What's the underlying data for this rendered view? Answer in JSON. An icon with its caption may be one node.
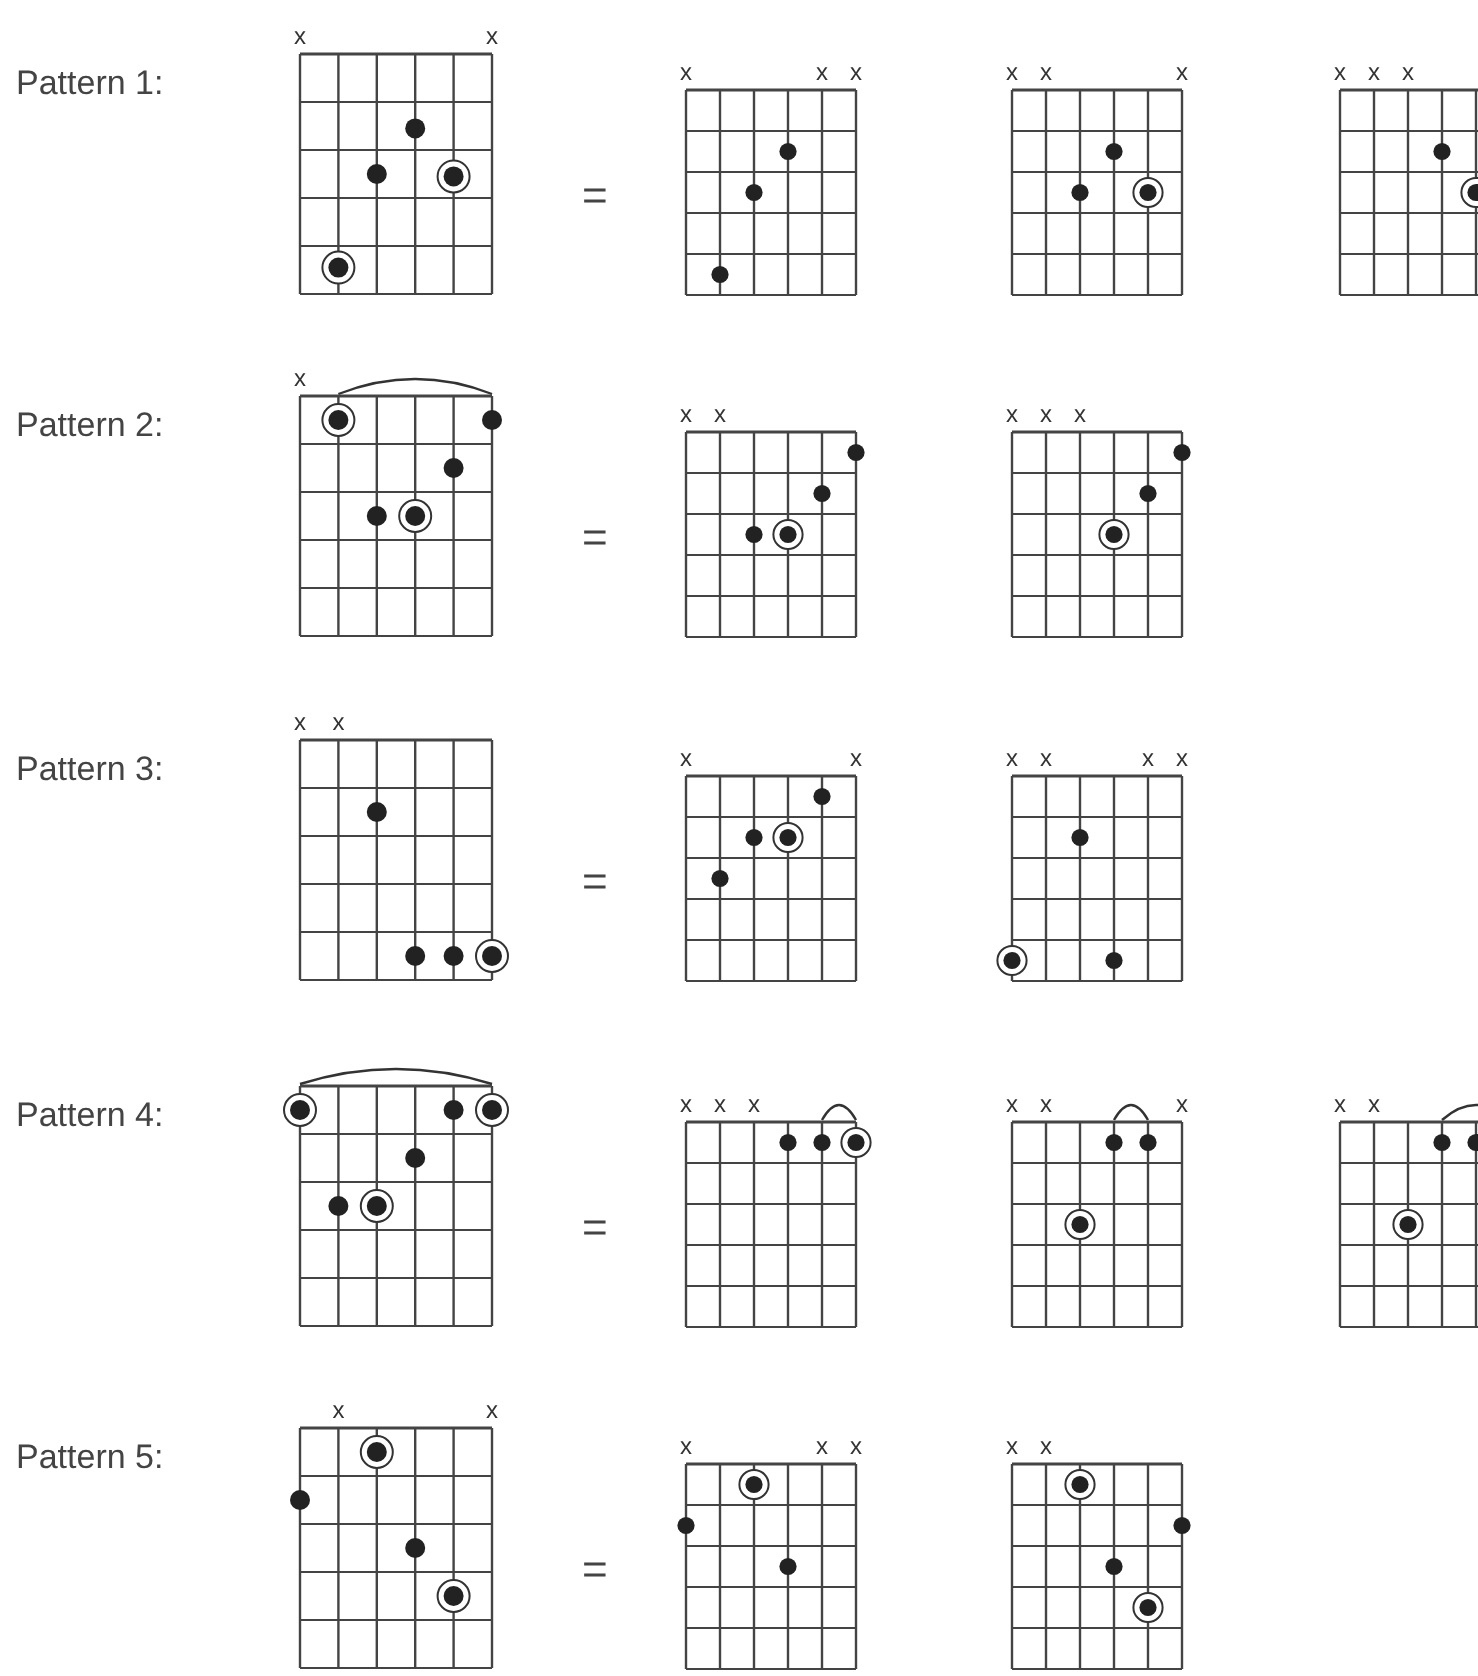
{
  "diagram": {
    "labels": [
      "Pattern 1:",
      "x",
      "x",
      "=",
      "x",
      "x",
      "x",
      "x",
      "x",
      "x",
      "x",
      "x",
      "x",
      "Pattern 2:",
      "x",
      "=",
      "x",
      "x",
      "x",
      "x",
      "x",
      "Pattern 3:",
      "x",
      "x",
      "=",
      "x",
      "x",
      "x",
      "x",
      "x",
      "x",
      "Pattern 4:",
      "=",
      "x",
      "x",
      "x",
      "x",
      "x",
      "x",
      "x",
      "x",
      "Pattern 5:",
      "x",
      "x",
      "=",
      "x",
      "x",
      "x",
      "x",
      "x"
    ]
  }
}
